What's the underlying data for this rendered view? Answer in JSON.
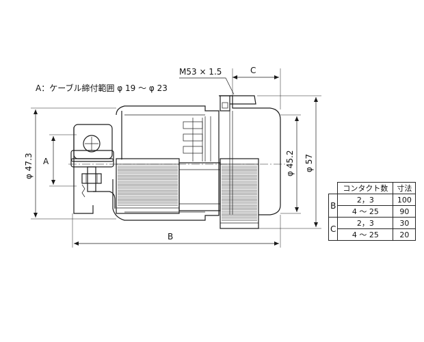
{
  "cable_range_note": "A：ケーブル締付範囲 φ 19 〜 φ 23",
  "dimensions": {
    "thread": "M53 × 1.5",
    "c_label": "C",
    "a_label": "A",
    "b_label": "B",
    "phi_47_3": "φ 47.3",
    "phi_45_2": "φ 45.2",
    "phi_57": "φ 57"
  },
  "table": {
    "header_contacts": "コンタクト数",
    "header_size": "寸法",
    "rows": [
      {
        "group": "B",
        "contacts": "2，3",
        "value": "100"
      },
      {
        "group": "",
        "contacts": "4 〜 25",
        "value": "90"
      },
      {
        "group": "C",
        "contacts": "2，3",
        "value": "30"
      },
      {
        "group": "",
        "contacts": "4 〜 25",
        "value": "20"
      }
    ]
  }
}
